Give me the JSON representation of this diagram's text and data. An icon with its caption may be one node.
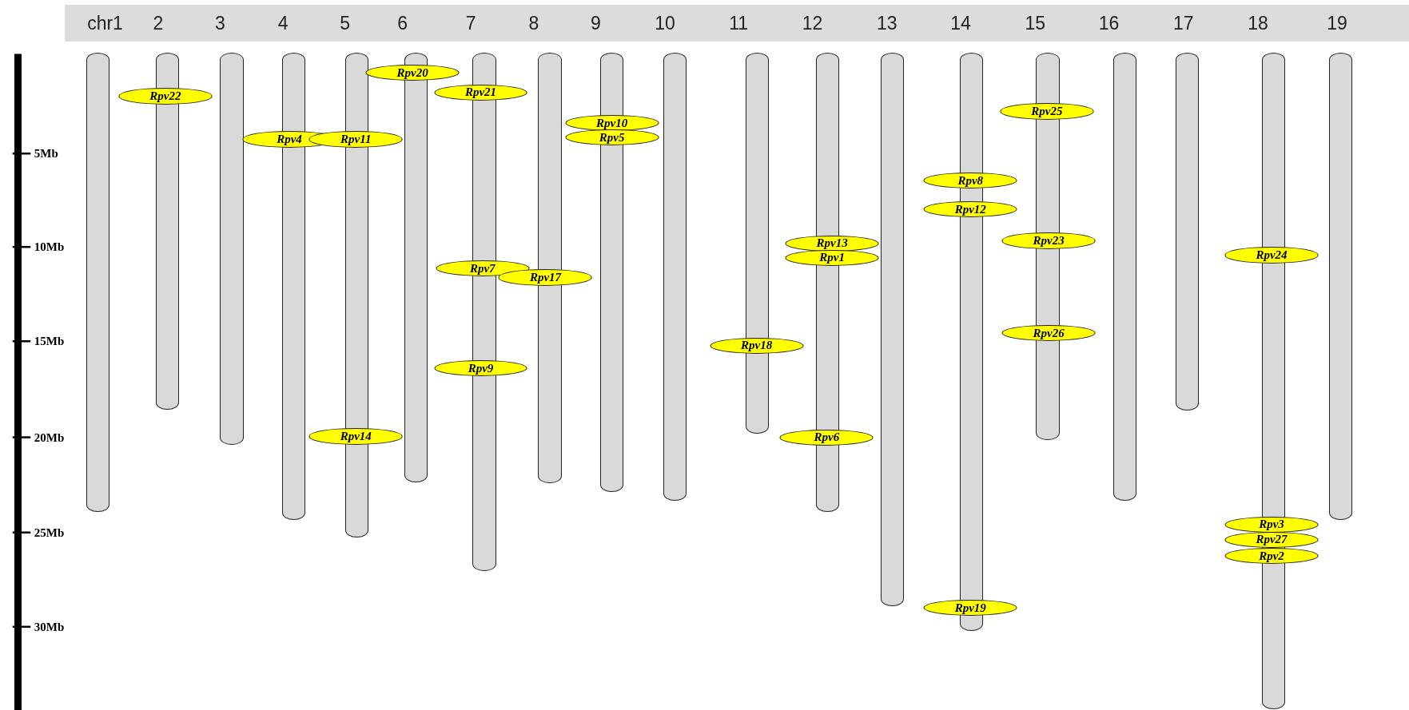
{
  "diagram": {
    "nodes": [
      {
        "text": [],
        "shape": "bar"
      },
      {
        "text": [],
        "shape": "bar"
      },
      {
        "text": [],
        "shape": "bar"
      },
      {
        "text": [],
        "shape": "bar"
      },
      {
        "text": [],
        "shape": "bar"
      },
      {
        "text": [],
        "shape": "bar"
      },
      {
        "text": [],
        "shape": "bar"
      },
      {
        "text": [],
        "shape": "bar"
      },
      {
        "text": [],
        "shape": "bar"
      },
      {
        "text": [],
        "shape": "bar"
      },
      {
        "text": [],
        "shape": "bar"
      },
      {
        "text": [],
        "shape": "bar"
      },
      {
        "text": [],
        "shape": "bar"
      },
      {
        "text": [],
        "shape": "bar"
      },
      {
        "text": [],
        "shape": "bar"
      },
      {
        "text": [],
        "shape": "bar"
      },
      {
        "text": [],
        "shape": "bar"
      },
      {
        "text": [],
        "shape": "bar"
      },
      {
        "text": [],
        "shape": "bar"
      },
      {
        "text": [
          "Rpv22"
        ]
      },
      {
        "text": [
          "Rpv4"
        ]
      },
      {
        "text": [
          "Rpv11"
        ]
      },
      {
        "text": [
          "Rpv14"
        ]
      },
      {
        "text": [
          "Rpv20"
        ]
      },
      {
        "text": [
          "Rpv21"
        ]
      },
      {
        "text": [
          "Rpv7"
        ]
      },
      {
        "text": [
          "Rpv9"
        ]
      },
      {
        "text": [
          "Rpv17"
        ]
      },
      {
        "text": [
          "Rpv10"
        ]
      },
      {
        "text": [
          "Rpv5"
        ]
      },
      {
        "text": [
          "Rpv18"
        ]
      },
      {
        "text": [
          "Rpv13"
        ]
      },
      {
        "text": [
          "Rpv1"
        ]
      },
      {
        "text": [
          "Rpv6"
        ]
      },
      {
        "text": [
          "Rpv8"
        ]
      },
      {
        "text": [
          "Rpv12"
        ]
      },
      {
        "text": [
          "Rpv19"
        ]
      },
      {
        "text": [
          "Rpv25"
        ]
      },
      {
        "text": [
          "Rpv23"
        ]
      },
      {
        "text": [
          "Rpv26"
        ]
      },
      {
        "text": [
          "Rpv24"
        ]
      },
      {
        "text": [
          "Rpv3"
        ]
      },
      {
        "text": [
          "Rpv27"
        ]
      },
      {
        "text": [
          "Rpv2"
        ]
      }
    ],
    "edges": [],
    "labels": [
      "chr1",
      "2",
      "3",
      "4",
      "5",
      "6",
      "7",
      "8",
      "9",
      "10",
      "11",
      "12",
      "13",
      "14",
      "15",
      "16",
      "17",
      "18",
      "19",
      "5Mb",
      "10Mb",
      "15Mb",
      "20Mb",
      "25Mb",
      "30Mb"
    ]
  }
}
